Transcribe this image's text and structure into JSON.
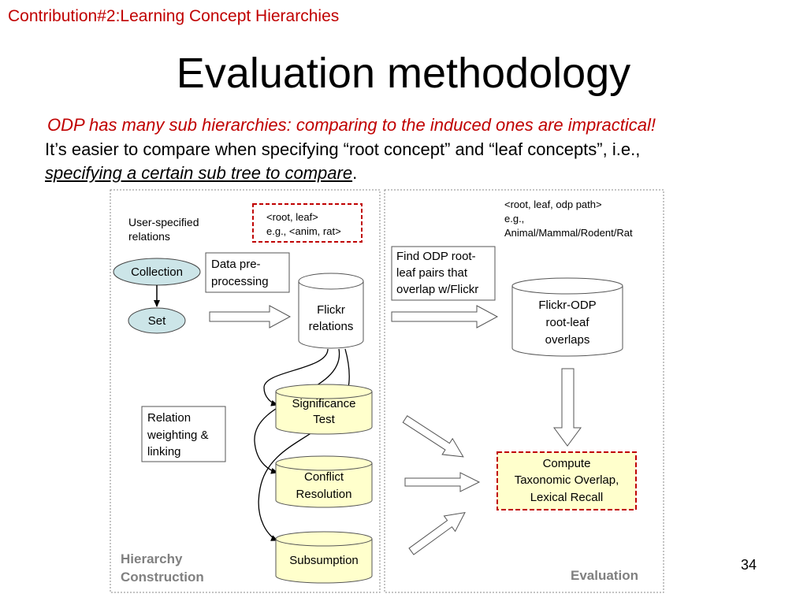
{
  "header": {
    "label": "Contribution#2:Learning Concept Hierarchies"
  },
  "slide": {
    "title": "Evaluation methodology",
    "line1": "ODP has many sub hierarchies: comparing to the induced ones are impractical!",
    "line2": "It’s easier to compare when specifying “root concept” and “leaf concepts”, i.e.,",
    "line3_underlined": "specifying a certain sub tree to compare",
    "line3_end": ".",
    "page_number": "34"
  },
  "diagram": {
    "user_specified": [
      "User-specified",
      "relations"
    ],
    "root_leaf": [
      "<root, leaf>",
      "e.g., <anim, rat>"
    ],
    "collection": "Collection",
    "set": "Set",
    "data_preprocessing": [
      "Data pre-",
      "processing"
    ],
    "flickr_relations": [
      "Flickr",
      "relations"
    ],
    "find_odp": [
      "Find ODP root-",
      "leaf pairs that",
      "overlap w/Flickr"
    ],
    "root_leaf_odp": [
      "<root, leaf, odp path>",
      "e.g.,",
      "Animal/Mammal/Rodent/Rat"
    ],
    "flickr_odp": [
      "Flickr-ODP",
      "root-leaf",
      "overlaps"
    ],
    "significance_test": [
      "Significance",
      "Test"
    ],
    "relation_weighting": [
      "Relation",
      "weighting &",
      "linking"
    ],
    "conflict_resolution": [
      "Conflict",
      "Resolution"
    ],
    "subsumption": "Subsumption",
    "compute": [
      "Compute",
      "Taxonomic Overlap,",
      "Lexical Recall"
    ],
    "hierarchy_construction": [
      "Hierarchy",
      "Construction"
    ],
    "evaluation": "Evaluation",
    "colors": {
      "accent_red": "#c00000",
      "cylinder_yellow": "#ffffcc",
      "ellipse_blue": "#cce5e8"
    }
  }
}
